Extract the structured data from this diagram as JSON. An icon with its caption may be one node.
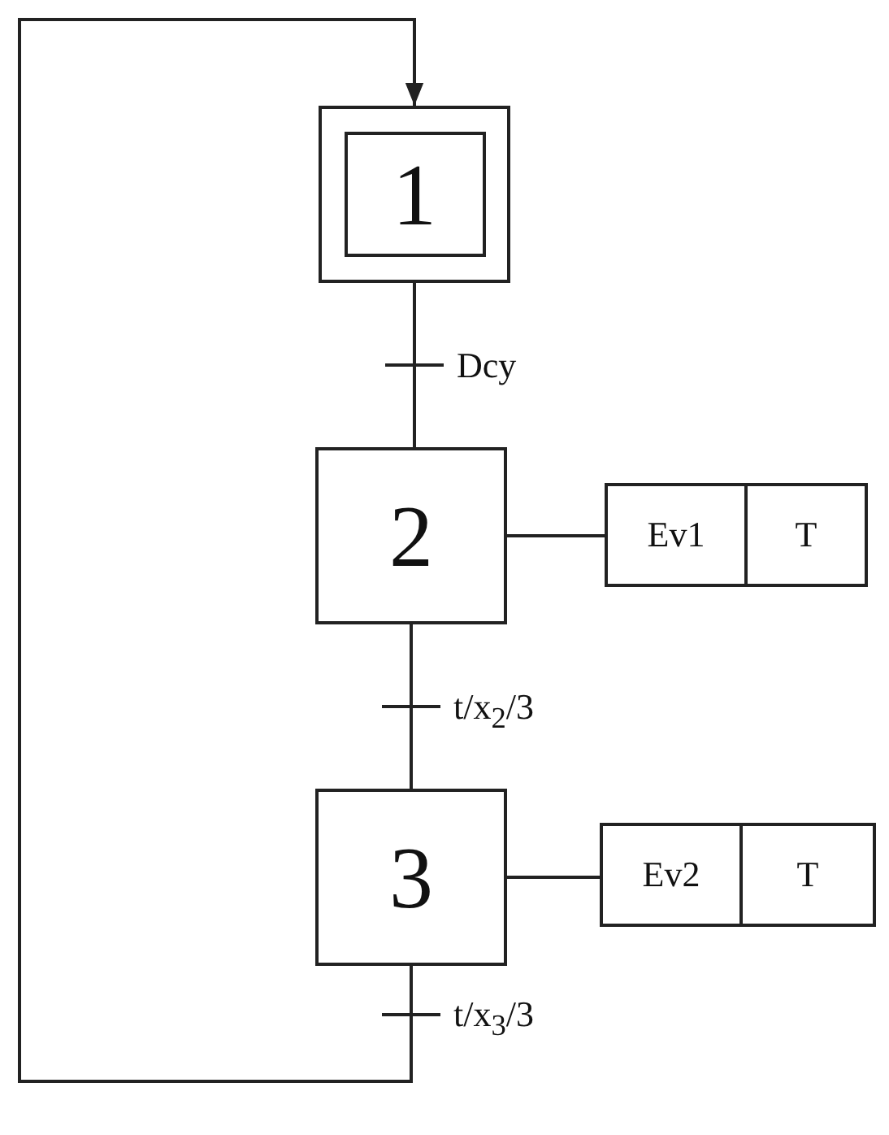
{
  "diagram": {
    "nodes": [
      {
        "text": [
          "1"
        ]
      },
      {
        "text": [
          "2"
        ]
      },
      {
        "text": [
          "Ev1",
          "T"
        ]
      },
      {
        "text": [
          "3"
        ]
      },
      {
        "text": [
          "Ev2",
          "T"
        ]
      }
    ],
    "edges": [
      {
        "from": 0,
        "to": 1,
        "arrow": "none",
        "label": "Dcy"
      },
      {
        "from": 1,
        "to": 2,
        "arrow": "none"
      },
      {
        "from": 1,
        "to": 3,
        "arrow": "none",
        "label": "t/x$_{2}$/3"
      },
      {
        "from": 3,
        "to": 4,
        "arrow": "none"
      },
      {
        "from": 3,
        "to": 0,
        "arrow": "to",
        "label": "t/x$_{3}$/3"
      }
    ]
  }
}
